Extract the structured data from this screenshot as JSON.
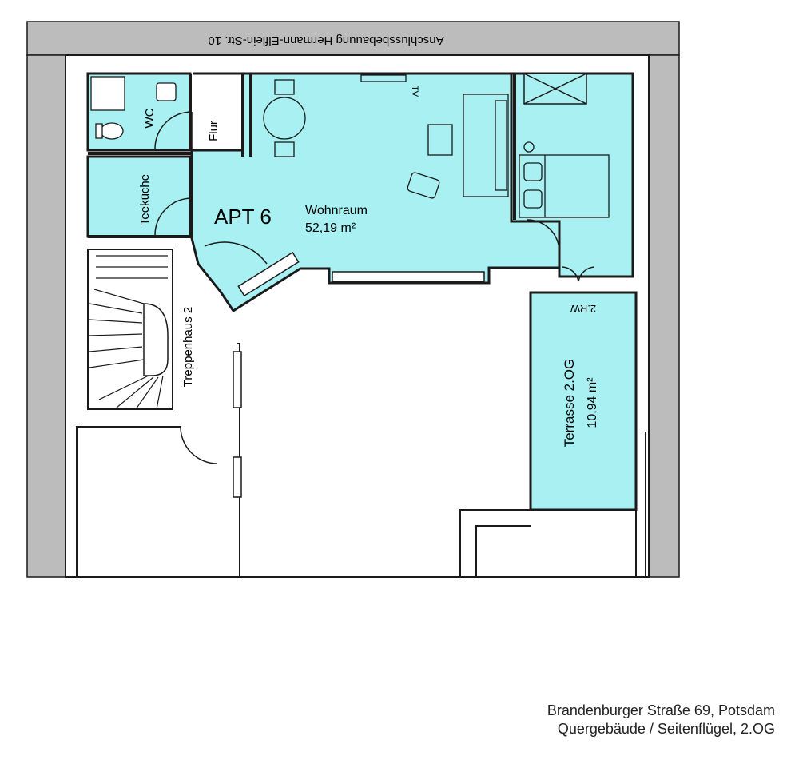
{
  "colors": {
    "room": "#a8f0f2",
    "outer_wall": "#bcbcbc",
    "line": "#1a1a1a",
    "background": "#ffffff"
  },
  "neighbour_label": "Anschlussbebauung Hermann-Elflein-Str. 10",
  "apartment": "APT 6",
  "rooms": {
    "wohnraum_name": "Wohnraum",
    "wohnraum_area": "52,19 m²",
    "wc": "WC",
    "flur": "Flur",
    "teekueche": "Teeküche",
    "treppenhaus": "Treppenhaus 2",
    "terrasse_name": "Terrasse 2.OG",
    "terrasse_area": "10,94 m²",
    "rw": "2.RW",
    "tv": "TV"
  },
  "caption": {
    "line1": "Brandenburger Straße 69, Potsdam",
    "line2": "Quergebäude / Seitenflügel,  2.OG"
  }
}
